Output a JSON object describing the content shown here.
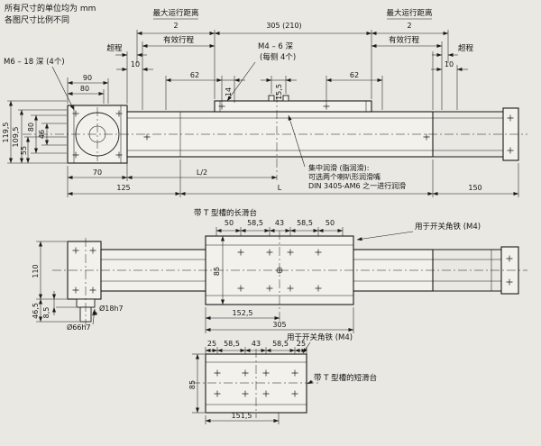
{
  "page": {
    "bg": "#e9e8e2",
    "ink": "#1a1a1a",
    "notes": [
      "所有尺寸的单位均为 mm",
      "各图尺寸比例不同"
    ]
  },
  "side_view": {
    "dims": {
      "max_travel_left": "最大运行距离",
      "max_travel_left_den": "2",
      "max_travel_right": "最大运行距离",
      "max_travel_right_den": "2",
      "carriage_length": "305 (210)",
      "stroke_left": "有效行程",
      "stroke_right": "有效行程",
      "overtravel_left": "超程",
      "overtravel_right": "超程",
      "end_clearance_left": "10",
      "end_clearance_right": "10",
      "m6_holes": "M6 – 18 深 (4个)",
      "m4_holes_line1": "M4 – 6 深",
      "m4_holes_line2": "(每侧 4个)",
      "d90": "90",
      "d80": "80",
      "d62_left": "62",
      "d14": "14",
      "d15_5": "15,5",
      "d62_right": "62",
      "h119_5": "119,5",
      "h109_5": "109,5",
      "h80": "80",
      "h46": "46",
      "h55": "55",
      "d70": "70",
      "dL2": "L/2",
      "d125": "125",
      "dL": "L",
      "d150": "150"
    },
    "lube_note": [
      "集中润滑 (脂润滑):",
      "可选两个喇叭形润滑嘴",
      "DIN 3405-AM6 之一进行润滑"
    ]
  },
  "long_slide_view": {
    "title": "带 T 型槽的长滑台",
    "switch_bracket": "用于开关角铁 (M4)",
    "dims": {
      "c1": "50",
      "c2": "58,5",
      "c3": "43",
      "c4": "58,5",
      "c5": "50",
      "h110": "110",
      "h85": "85",
      "h46_5": "46,5",
      "h8_5": "8,5",
      "shaft_dia": "Ø18h7",
      "pilot_dia": "Ø66h7",
      "d152_5": "152,5",
      "d305": "305"
    }
  },
  "short_slide_view": {
    "title": "带 T 型槽的短滑台",
    "switch_bracket": "用于开关角铁 (M4)",
    "dims": {
      "c1": "25",
      "c2": "58,5",
      "c3": "43",
      "c4": "58,5",
      "c5": "25",
      "h85": "85",
      "d151_5": "151,5"
    }
  }
}
